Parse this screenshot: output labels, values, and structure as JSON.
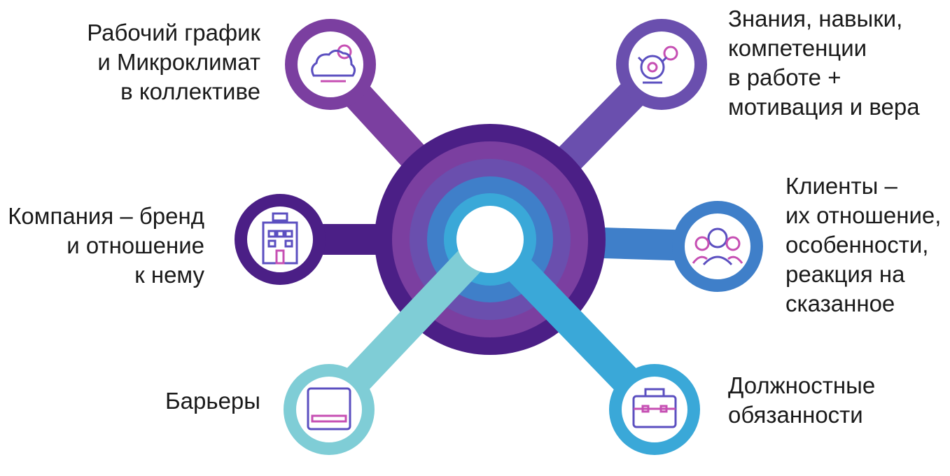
{
  "colors": {
    "purple_dark": "#4b1f86",
    "purple": "#7b3fa0",
    "violet": "#6a4fae",
    "blue": "#3f7fc9",
    "sky": "#3aa8d8",
    "teal": "#7fcdd6",
    "center": "#ffffff"
  },
  "nodes": [
    {
      "id": "schedule",
      "icon": "cloud-sun-icon",
      "color": "#7b3fa0",
      "lines": [
        "Рабочий график",
        "и Микроклимат",
        "в коллективе"
      ]
    },
    {
      "id": "company",
      "icon": "building-icon",
      "color": "#4b1f86",
      "lines": [
        "Компания – бренд",
        "и отношение",
        "к нему"
      ]
    },
    {
      "id": "barriers",
      "icon": "tablet-icon",
      "color": "#7fcdd6",
      "lines": [
        "Барьеры"
      ]
    },
    {
      "id": "skills",
      "icon": "gears-icon",
      "color": "#6a4fae",
      "lines": [
        "Знания, навыки,",
        "компетенции",
        "в работе +",
        "мотивация и вера"
      ]
    },
    {
      "id": "clients",
      "icon": "people-group-icon",
      "color": "#3f7fc9",
      "lines": [
        "Клиенты –",
        "их отношение,",
        "особенности,",
        "реакция на",
        "сказанное"
      ]
    },
    {
      "id": "duties",
      "icon": "briefcase-icon",
      "color": "#3aa8d8",
      "lines": [
        "Должностные",
        "обязанности"
      ]
    }
  ]
}
